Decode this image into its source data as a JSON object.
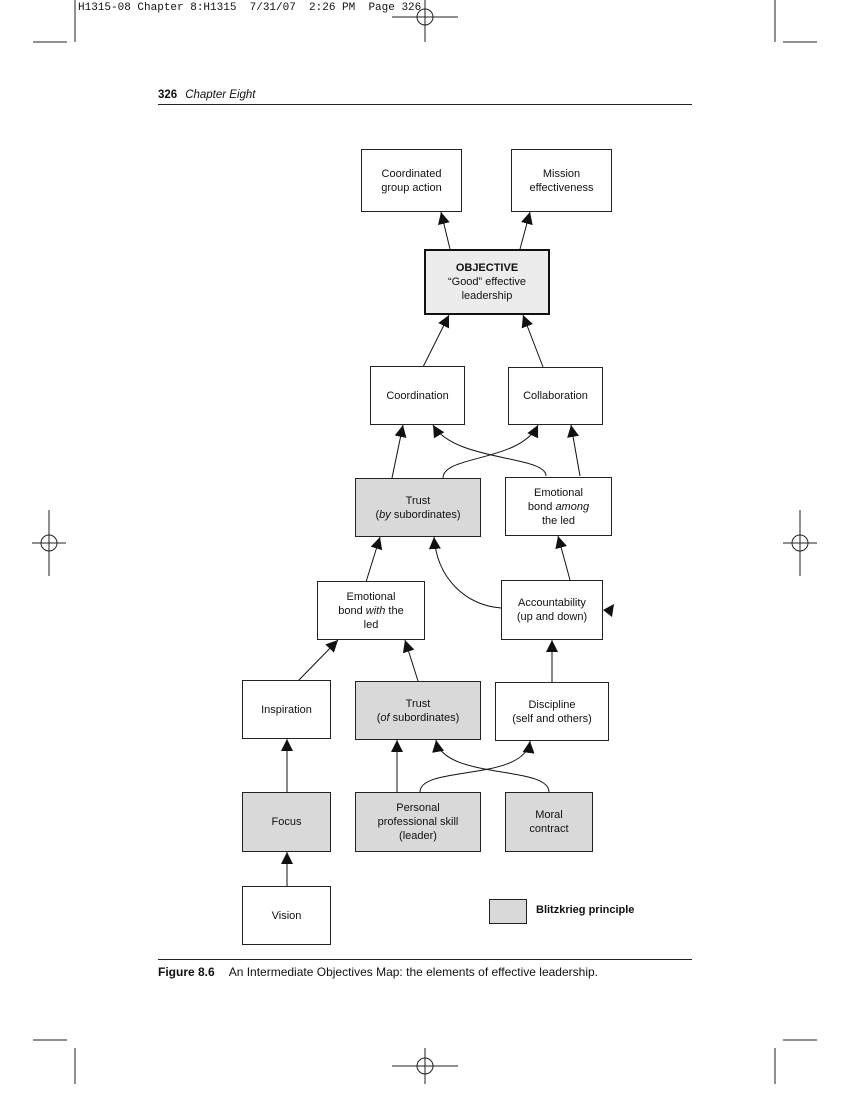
{
  "slug": "H1315-08 Chapter 8:H1315  7/31/07  2:26 PM  Page 326",
  "running_head": {
    "page_number": "326",
    "chapter": "Chapter Eight"
  },
  "diagram": {
    "nodes": {
      "coordinated": [
        "Coordinated",
        "group action"
      ],
      "mission": [
        "Mission",
        "effectiveness"
      ],
      "objective": {
        "heading": "OBJECTIVE",
        "lines": [
          "“Good” effective",
          "leadership"
        ]
      },
      "coordination": [
        "Coordination"
      ],
      "collaboration": [
        "Collaboration"
      ],
      "trust_by": {
        "line1": "Trust",
        "open": "(",
        "em": "by",
        "rest": " subordinates)"
      },
      "bond_among": {
        "line1": "Emotional",
        "pre": "bond ",
        "em": "among",
        "line3": "the led"
      },
      "bond_with": {
        "line1": "Emotional",
        "pre": "bond ",
        "em": "with",
        "post": " the",
        "line3": "led"
      },
      "accountability": [
        "Accountability",
        "(up and down)"
      ],
      "inspiration": [
        "Inspiration"
      ],
      "trust_of": {
        "line1": "Trust",
        "open": "(",
        "em": "of",
        "rest": " subordinates)"
      },
      "discipline": [
        "Discipline",
        "(self and others)"
      ],
      "focus": [
        "Focus"
      ],
      "personal": [
        "Personal",
        "professional skill",
        "(leader)"
      ],
      "moral": [
        "Moral",
        "contract"
      ],
      "vision": [
        "Vision"
      ]
    }
  },
  "legend": {
    "label": "Blitzkrieg principle",
    "shade_color": "#d9d9d9"
  },
  "caption": {
    "figure": "Figure 8.6",
    "text": "An Intermediate Objectives Map: the elements of effective leadership."
  }
}
